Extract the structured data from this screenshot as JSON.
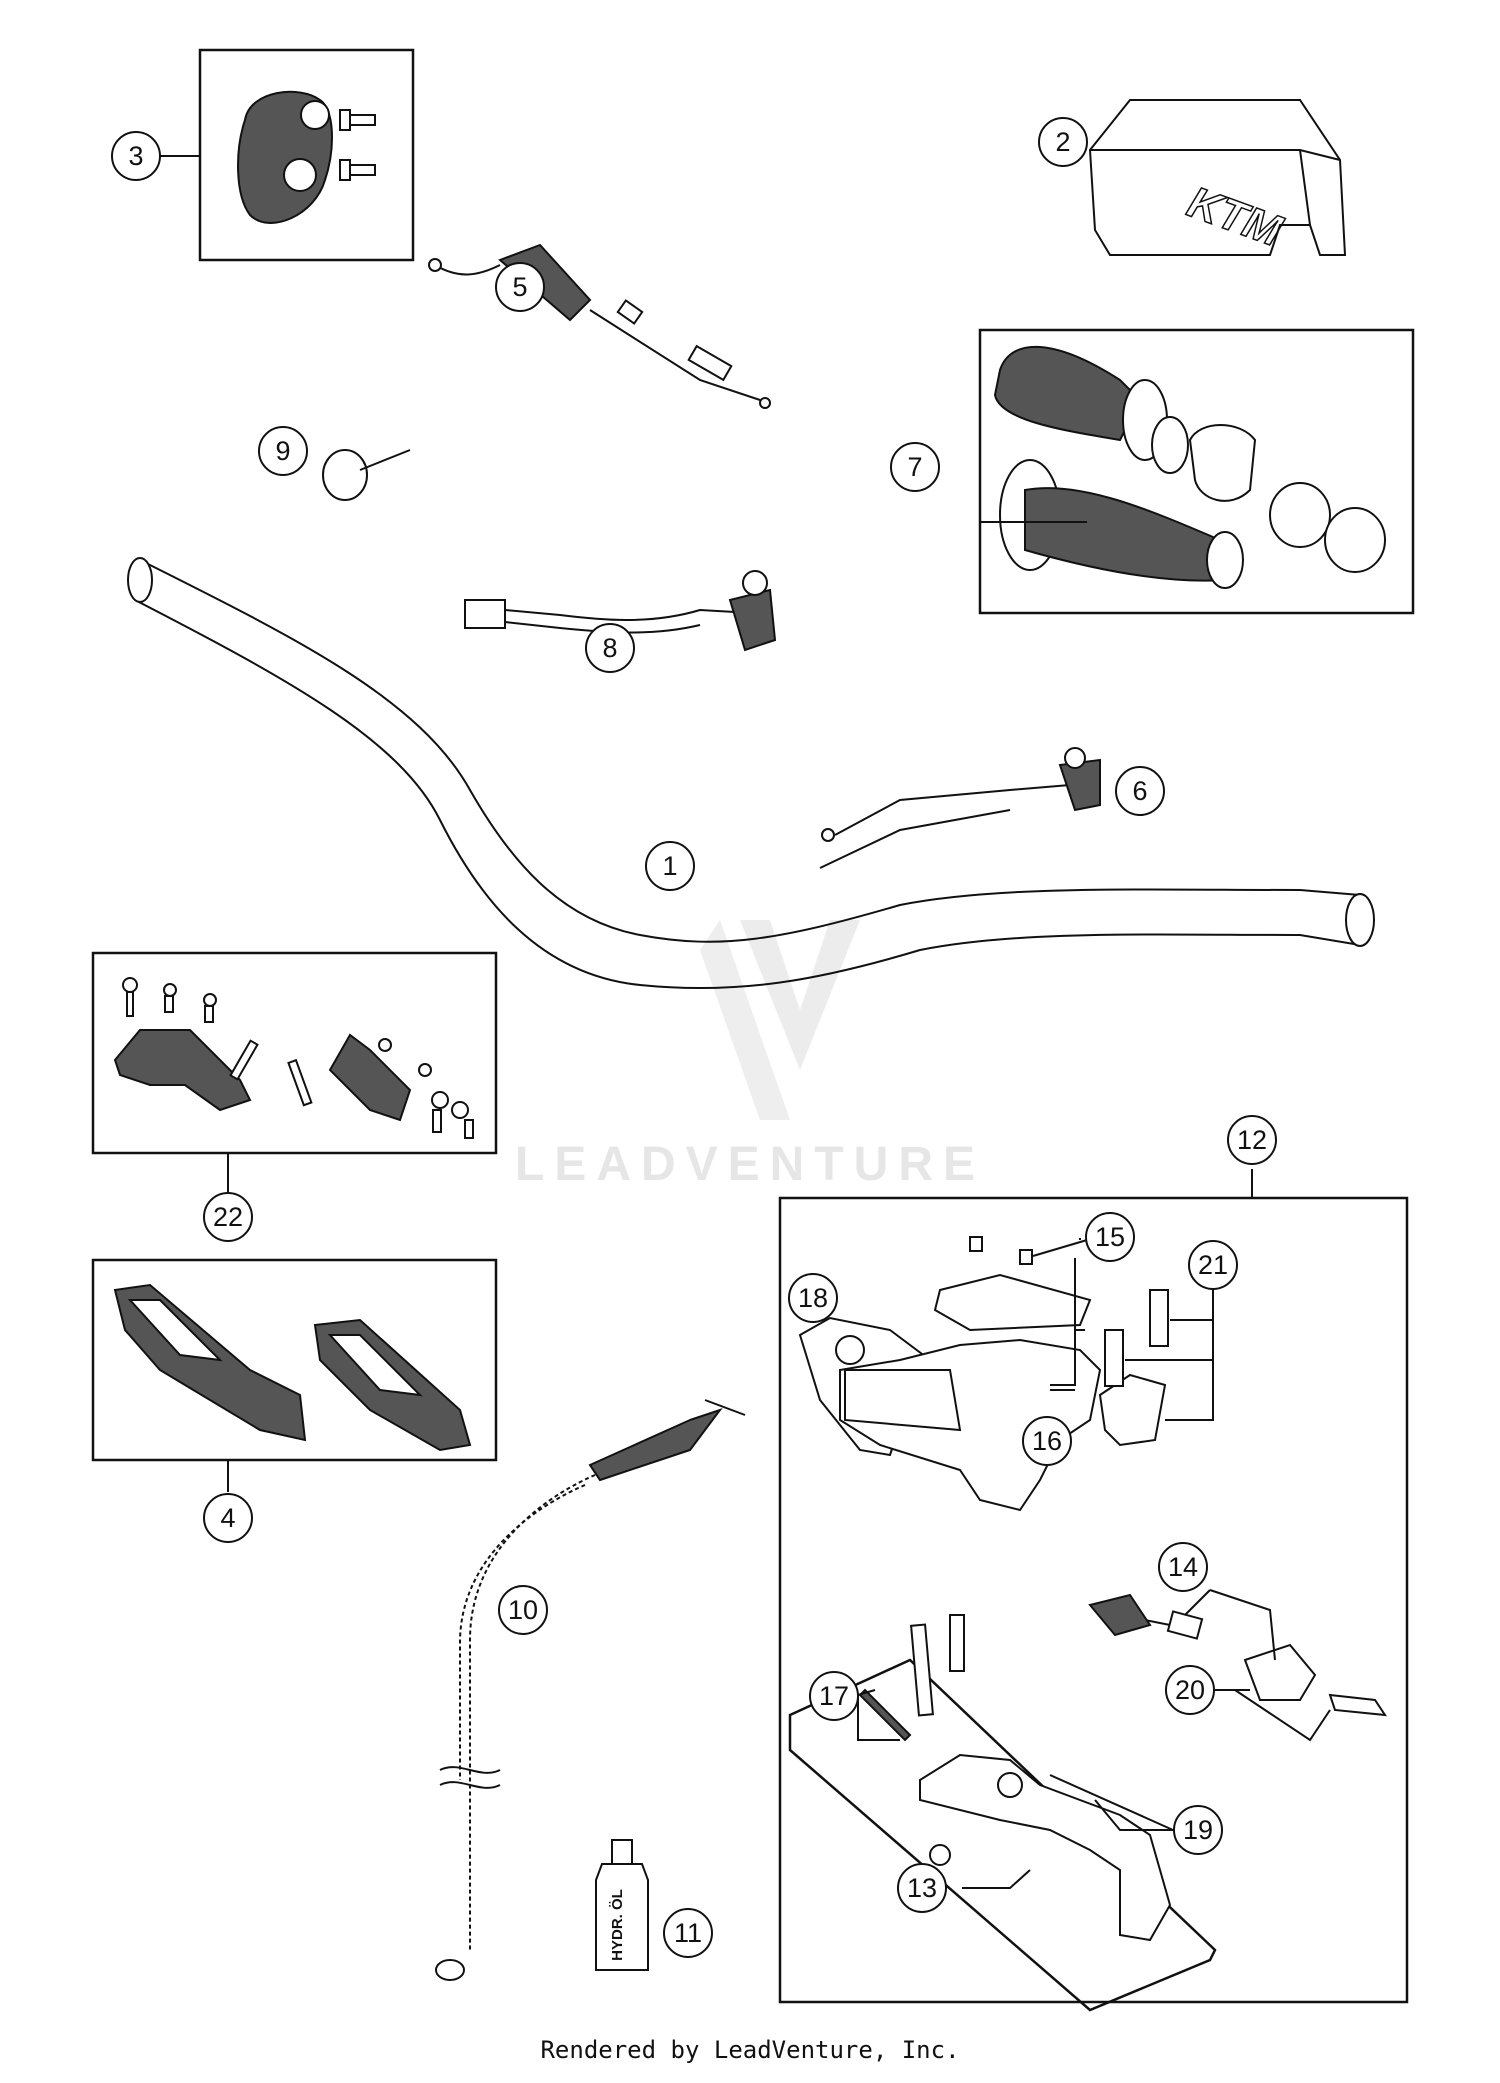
{
  "watermark": {
    "text": "LEADVENTURE"
  },
  "footer": {
    "text": "Rendered by LeadVenture, Inc."
  },
  "callouts": [
    {
      "id": "c1",
      "label": "1"
    },
    {
      "id": "c2",
      "label": "2"
    },
    {
      "id": "c3",
      "label": "3"
    },
    {
      "id": "c4",
      "label": "4"
    },
    {
      "id": "c5",
      "label": "5"
    },
    {
      "id": "c6",
      "label": "6"
    },
    {
      "id": "c7",
      "label": "7"
    },
    {
      "id": "c8",
      "label": "8"
    },
    {
      "id": "c9",
      "label": "9"
    },
    {
      "id": "c10",
      "label": "10"
    },
    {
      "id": "c11",
      "label": "11"
    },
    {
      "id": "c12",
      "label": "12"
    },
    {
      "id": "c13",
      "label": "13"
    },
    {
      "id": "c14",
      "label": "14"
    },
    {
      "id": "c15",
      "label": "15"
    },
    {
      "id": "c16",
      "label": "16"
    },
    {
      "id": "c17",
      "label": "17"
    },
    {
      "id": "c18",
      "label": "18"
    },
    {
      "id": "c19",
      "label": "19"
    },
    {
      "id": "c20",
      "label": "20"
    },
    {
      "id": "c21",
      "label": "21"
    },
    {
      "id": "c22",
      "label": "22"
    }
  ],
  "part_labels": {
    "pad_logo": "KTM",
    "oil_bottle": "HYDR. ÖL"
  }
}
